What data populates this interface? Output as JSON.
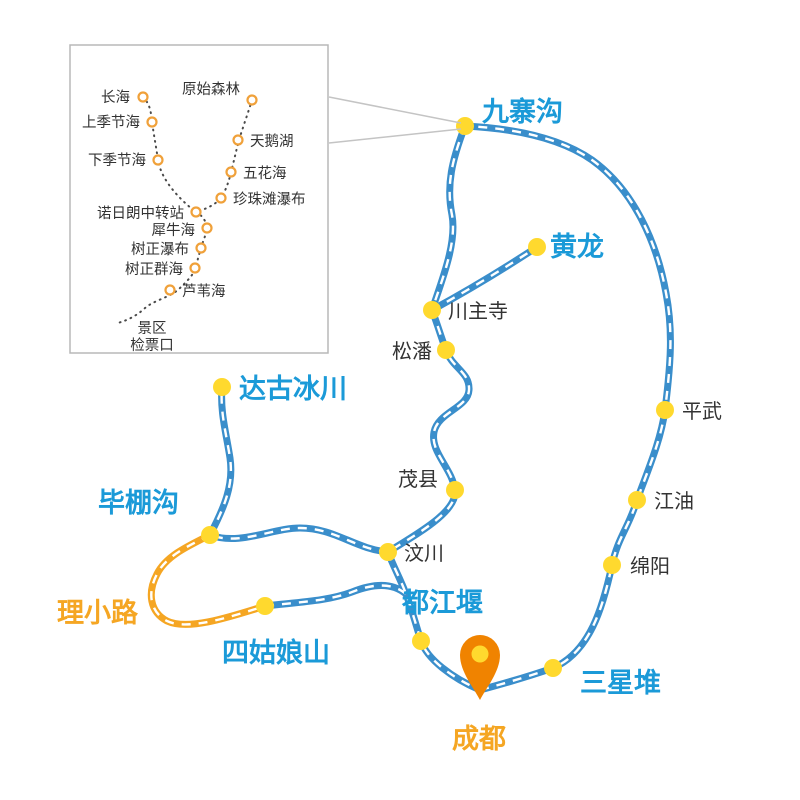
{
  "inset": {
    "stops": {
      "changhai": "长海",
      "yuanshisenlin": "原始森林",
      "shangjijiehai": "上季节海",
      "tianehu": "天鹅湖",
      "xiajijiehai": "下季节海",
      "wuhuahai": "五花海",
      "zhenzhutanpubu": "珍珠滩瀑布",
      "nuorilang": "诺日朗中转站",
      "xiniuhai": "犀牛海",
      "shuzhengpubu": "树正瀑布",
      "shuzhengqunhai": "树正群海",
      "luweihai": "芦苇海",
      "gate_line1": "景区",
      "gate_line2": "检票口"
    }
  },
  "main": {
    "scenic": {
      "jiuzhaigou": "九寨沟",
      "huanglong": "黄龙",
      "dagubingchuan": "达古冰川",
      "bipenggou": "毕棚沟",
      "siguniangshan": "四姑娘山",
      "dujiangyan": "都江堰",
      "sanxingdui": "三星堆"
    },
    "orange": {
      "lixiaolu": "理小路",
      "chengdu": "成都"
    },
    "towns": {
      "chuanzhusi": "川主寺",
      "songpan": "松潘",
      "pingwu": "平武",
      "jiangyou": "江油",
      "mianyang": "绵阳",
      "maoxian": "茂县",
      "wenchuan": "汶川"
    },
    "colors": {
      "road_blue": "#3a8ecb",
      "road_orange": "#f5a623",
      "node_yellow": "#ffd92e",
      "label_blue": "#1b9ad8",
      "label_orange": "#f5a623",
      "pin_orange": "#f08300",
      "town_text": "#333333",
      "inset_node_stroke": "#f0a13a"
    }
  }
}
